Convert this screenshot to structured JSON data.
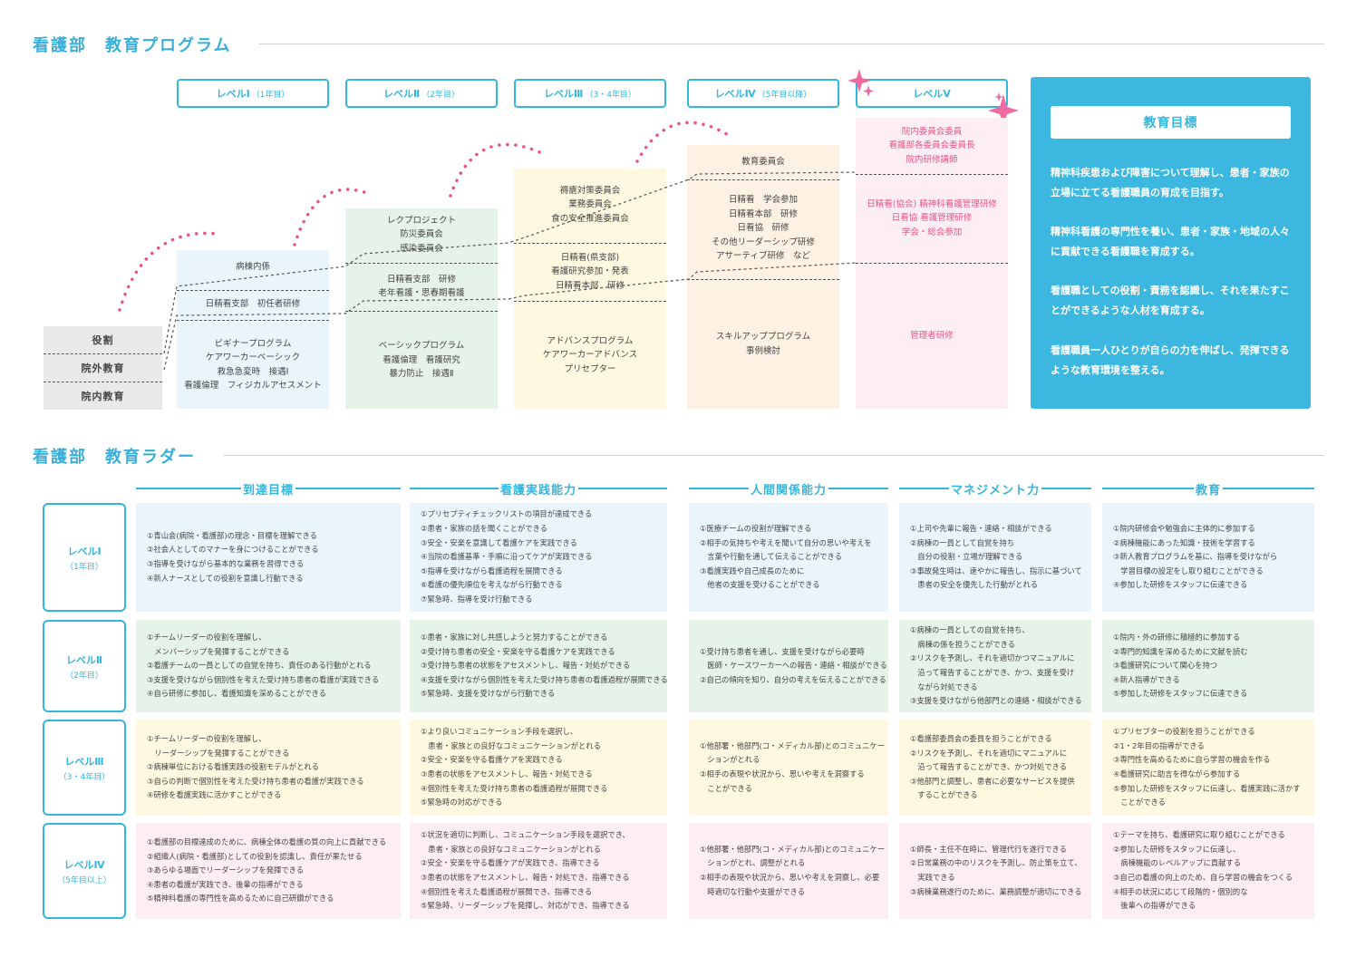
{
  "program": {
    "title": "看護部　教育プログラム",
    "levels": [
      {
        "label": "レベルⅠ",
        "sub": "（1年目）"
      },
      {
        "label": "レベルⅡ",
        "sub": "（2年目）"
      },
      {
        "label": "レベルⅢ",
        "sub": "（3・4年目）"
      },
      {
        "label": "レベルⅣ",
        "sub": "（5年目以降）"
      },
      {
        "label": "レベルⅤ",
        "sub": ""
      }
    ],
    "row_labels": {
      "role": "役割",
      "external": "院外教育",
      "internal": "院内教育"
    },
    "columns": [
      {
        "role": "病棟内係",
        "external": "日精看支部　初任者研修",
        "internal": "ビギナープログラム\nケアワーカーベーシック\n救急急変時　接遇Ⅰ\n看護倫理　フィジカルアセスメント"
      },
      {
        "role": "レクプロジェクト\n防災委員会\n感染委員会",
        "external": "日精看支部　研修\n老年看護・思春期看護",
        "internal": "ベーシックプログラム\n看護倫理　看護研究\n暴力防止　接遇Ⅱ"
      },
      {
        "role": "褥瘡対策委員会\n業務委員会\n食の安全推進委員会",
        "external": "日精看(県支部)\n看護研究参加・発表\n日精看本部　研修",
        "internal": "アドバンスプログラム\nケアワーカーアドバンス\nプリセプター"
      },
      {
        "role": "教育委員会",
        "external": "日精看　学会参加\n日精看本部　研修\n日看協　研修\nその他リーダーシップ研修\nアサーティブ研修　など",
        "internal": "スキルアッププログラム\n事例検討"
      },
      {
        "role": "院内委員会委員\n看護部各委員会委員長\n院内研修講師",
        "external": "日精看(協会) 精神科看護管理研修\n日看協 看護管理研修\n学会・総会参加",
        "internal": "管理者研修"
      }
    ],
    "goals": {
      "title": "教育目標",
      "items": [
        "精神科疾患および障害について理解し、患者・家族の立場に立てる看護職員の育成を目指す。",
        "精神科看護の専門性を養い、患者・家族・地域の人々に貢献できる看護職を育成する。",
        "看護職としての役割・責務を認識し、それを果たすことができるような人材を育成する。",
        "看護職員一人ひとりが自らの力を伸ばし、発揮できるような教育環境を整える。"
      ]
    }
  },
  "ladder": {
    "title": "看護部　教育ラダー",
    "headers": [
      "到達目標",
      "看護実践能力",
      "人間関係能力",
      "マネジメント力",
      "教育"
    ],
    "rows": [
      {
        "level": "レベルⅠ",
        "years": "（1年目）",
        "cells": [
          "①青山会(病院・看護部)の理念・目標を理解できる\n②社会人としてのマナーを身につけることができる\n③指導を受けながら基本的な業務を習得できる\n④新人ナースとしての役割を意識し行動できる",
          "①プリセプティチェックリストの項目が達成できる\n②患者・家族の話を聞くことができる\n③安全・安楽を意識して看護ケアを実践できる\n④当院の看護基準・手順に沿ってケアが実践できる\n⑤指導を受けながら看護過程を展開できる\n⑥看護の優先順位を考えながら行動できる\n⑦緊急時、指導を受け行動できる",
          "①医療チームの役割が理解できる\n②相手の気持ちや考えを聞いて自分の思いや考えを\n　言葉や行動を通して伝えることができる\n③看護実践や自己成長のために\n　他者の支援を受けることができる",
          "①上司や先輩に報告・連絡・相談ができる\n②病棟の一員として自覚を持ち\n　自分の役割・立場が理解できる\n③事故発生時は、速やかに報告し、指示に基づいて\n　患者の安全を優先した行動がとれる",
          "①院内研修会や勉強会に主体的に参加する\n②病棟機能にあった知識・技術を学習する\n③新人教育プログラムを基に、指導を受けながら\n　学習目標の設定をし取り組むことができる\n④参加した研修をスタッフに伝達できる"
        ]
      },
      {
        "level": "レベルⅡ",
        "years": "（2年目）",
        "cells": [
          "①チームリーダーの役割を理解し、\n　メンバーシップを発揮することができる\n②看護チームの一員としての自覚を持ち、責任のある行動がとれる\n③支援を受けながら個別性を考えた受け持ち患者の看護が実践できる\n④自ら研修に参加し、看護知識を深めることができる",
          "①患者・家族に対し共感しようと努力することができる\n②受け持ち患者の安全・安楽を守る看護ケアを実践できる\n③受け持ち患者の状態をアセスメントし、報告・対処ができる\n④支援を受けながら個別性を考えた受け持ち患者の看護過程が展開できる\n⑤緊急時、支援を受けながら行動できる",
          "①受け持ち患者を通し、支援を受けながら必要時\n　医師・ケースワーカーへの報告・連絡・相談ができる\n②自己の傾向を知り、自分の考えを伝えることができる",
          "①病棟の一員としての自覚を持ち、\n　病棟の係を担うことができる\n②リスクを予測し、それを適切かつマニュアルに\n　沿って報告することができ、かつ、支援を受け\n　ながら対処できる\n③支援を受けながら他部門との連絡・相談ができる",
          "①院内・外の研修に積極的に参加する\n②専門的知識を深めるために文献を読む\n③看護研究について関心を持つ\n④新人指導ができる\n⑤参加した研修をスタッフに伝達できる"
        ]
      },
      {
        "level": "レベルⅢ",
        "years": "（3・4年目）",
        "cells": [
          "①チームリーダーの役割を理解し、\n　リーダーシップを発揮することができる\n②病棟単位における看護実践の役割モデルがとれる\n③自らの判断で個別性を考えた受け持ち患者の看護が実践できる\n④研修を看護実践に活かすことができる",
          "①より良いコミュニケーション手段を選択し、\n　患者・家族との良好なコミュニケーションがとれる\n②安全・安楽を守る看護ケアを実践できる\n③患者の状態をアセスメントし、報告・対処できる\n④個別性を考えた受け持ち患者の看護過程が展開できる\n⑤緊急時の対応ができる",
          "①他部署・他部門(コ・メディカル部)とのコミュニケー\n　ションがとれる\n②相手の表現や状況から、思いや考えを洞察する\n　ことができる",
          "①看護部委員会の委員を担うことができる\n②リスクを予測し、それを適切にマニュアルに\n　沿って報告することができ、かつ対処できる\n③他部門と調整し、患者に必要なサービスを提供\n　することができる",
          "①プリセプターの役割を担うことができる\n②1・2年目の指導ができる\n③専門性を高めるために自ら学習の機会を作る\n④看護研究に助言を得ながら参加する\n⑤参加した研修をスタッフに伝達し、看護実践に活かす\n　ことができる"
        ]
      },
      {
        "level": "レベルⅣ",
        "years": "（5年目以上）",
        "cells": [
          "①看護部の目標達成のために、病棟全体の看護の質の向上に貢献できる\n②組織人(病院・看護部)としての役割を認識し、責任が果たせる\n③あらゆる場面でリーダーシップを発揮できる\n④患者の看護が実践でき、後輩の指導ができる\n⑤精神科看護の専門性を高めるために自己研鑽ができる",
          "①状況を適切に判断し、コミュニケーション手段を選択でき、\n　患者・家族との良好なコミュニケーションがとれる\n②安全・安楽を守る看護ケアが実践でき、指導できる\n③患者の状態をアセスメントし、報告・対処でき、指導できる\n④個別性を考えた看護過程が展開でき、指導できる\n⑤緊急時、リーダーシップを発揮し、対応ができ、指導できる",
          "①他部署・他部門(コ・メディカル部)とのコミュニケー\n　ションがとれ、調整がとれる\n②相手の表現や状況から、思いや考えを洞察し、必要\n　時適切な行動や支援ができる",
          "①師長・主任不在時に、管理代行を遂行できる\n②日常業務の中のリスクを予測し、防止策を立て、\n　実践できる\n③病棟業務遂行のために、業務調整が適切にできる",
          "①テーマを持ち、看護研究に取り組むことができる\n②参加した研修をスタッフに伝達し、\n　病棟機能のレベルアップに貢献する\n③自己の看護の向上のため、自ら学習の機会をつくる\n④相手の状況に応じて段階的・個別的な\n　後輩への指導ができる"
        ]
      }
    ]
  },
  "colors": {
    "accent": "#35b6dc",
    "pink": "#e8528a",
    "col1": "#e9f5fb",
    "col2": "#e6f3e8",
    "col3": "#fdf8df",
    "col4": "#fdf1e3",
    "col5": "#fdeef3",
    "row_blue": "#e9f5fb",
    "row_green": "#e6f3e8",
    "row_yellow": "#fdf8df",
    "row_pink": "#fdeef3"
  }
}
